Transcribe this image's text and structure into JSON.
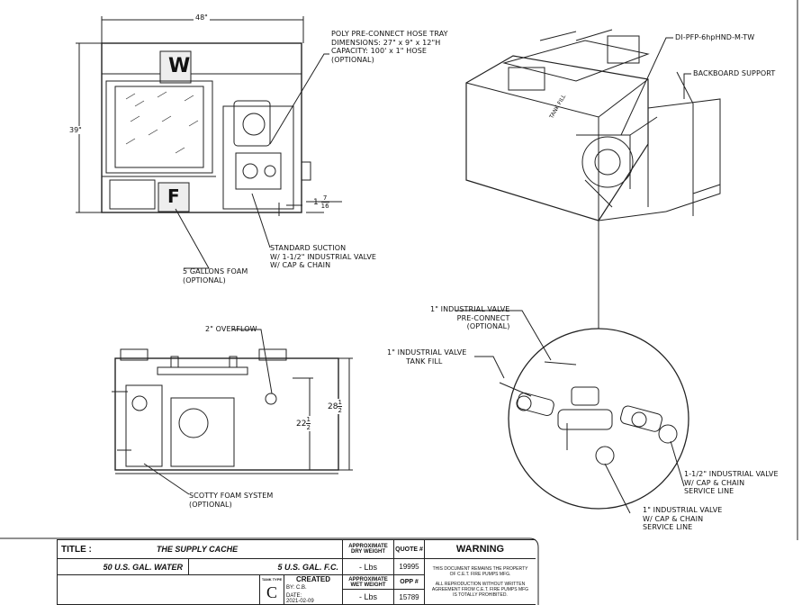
{
  "top_view": {
    "width_dim": "48\"",
    "height_dim": "39\"",
    "offset_dim_whole": "1",
    "offset_dim_num": "7",
    "offset_dim_den": "16",
    "water_badge": "W",
    "foam_badge": "F"
  },
  "callouts": {
    "hose_tray": [
      "POLY PRE-CONNECT HOSE TRAY",
      "DIMENSIONS: 27\" x 9\" x 12\"H",
      "CAPACITY: 100' x 1\" HOSE",
      "(OPTIONAL)"
    ],
    "suction": [
      "STANDARD SUCTION",
      "W/ 1-1/2\" INDUSTRIAL VALVE",
      "W/ CAP & CHAIN"
    ],
    "foam": [
      "5 GALLONS FOAM",
      "(OPTIONAL)"
    ],
    "overflow": "2\" OVERFLOW",
    "scotty": [
      "SCOTTY FOAM SYSTEM",
      "(OPTIONAL)"
    ],
    "model": "DI-PFP-6hpHND-M-TW",
    "backboard": "BACKBOARD SUPPORT",
    "valve_preconnect": [
      "1\" INDUSTRIAL VALVE",
      "PRE-CONNECT",
      "(OPTIONAL)"
    ],
    "valve_tankfill": [
      "1\" INDUSTRIAL VALVE",
      "TANK FILL"
    ],
    "valve_service_15": [
      "1-1/2\" INDUSTRIAL VALVE",
      "W/ CAP & CHAIN",
      "SERVICE LINE"
    ],
    "valve_service_1": [
      "1\" INDUSTRIAL VALVE",
      "W/ CAP & CHAIN",
      "SERVICE LINE"
    ],
    "tank_fill_tag": "TANK FILL"
  },
  "front_view": {
    "height_outer_whole": "28",
    "height_inner_whole": "22",
    "frac_num": "1",
    "frac_den": "2"
  },
  "title_block": {
    "title_label": "TITLE :",
    "title": "THE SUPPLY CACHE",
    "water": "50 U.S. GAL. WATER",
    "foam": "5 U.S. GAL. F.C.",
    "dry_weight_label": "APPROXIMATE DRY WEIGHT",
    "dry_weight": "- Lbs",
    "quote_label": "QUOTE #",
    "quote": "19995",
    "tank_type_label": "TANK TYPE",
    "tank_type": "C",
    "created_label": "CREATED",
    "by": "BY: C.B.",
    "date_label": "DATE:",
    "date": "2021-02-09",
    "wet_weight_label": "APPROXIMATE WET WEIGHT",
    "wet_weight": "- Lbs",
    "opp_label": "OPP #",
    "opp": "15789",
    "warning_label": "WARNING",
    "warning_1": "THIS DOCUMENT REMAINS THE PROPERTY OF C.E.T. FIRE PUMPS MFG.",
    "warning_2": "ALL REPRODUCTION WITHOUT WRITTEN AGREEMENT FROM C.E.T. FIRE PUMPS MFG IS TOTALLY PROHIBITED."
  }
}
